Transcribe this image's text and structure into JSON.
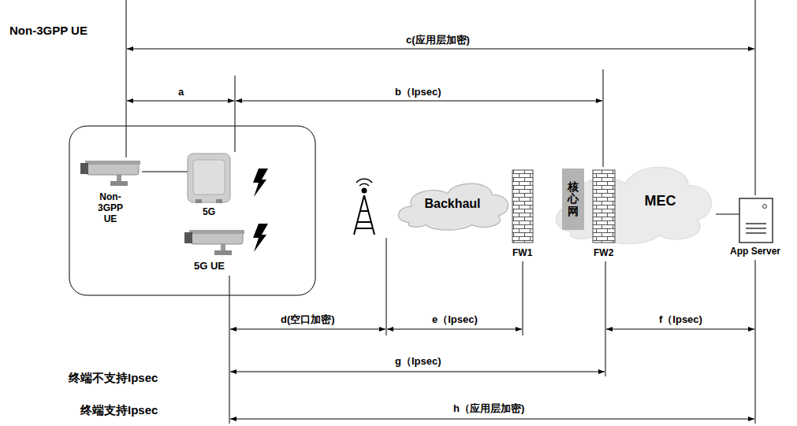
{
  "diagram": {
    "nodes": [
      {
        "text": [
          "Backhaul"
        ]
      },
      {
        "text": [
          "MEC"
        ]
      },
      {
        "text": [
          "核心网"
        ],
        "in": 1
      }
    ],
    "labels": [
      "Non-3GPP UE",
      "c(应用层加密)",
      "a",
      "b（Ipsec)",
      "Non- 3GPP UE",
      "5G",
      "5G UE",
      "FW1",
      "FW2",
      "App Server",
      "d(空口加密)",
      "e（Ipsec)",
      "f（Ipsec)",
      "终端不支持Ipsec",
      "g（Ipsec)",
      "终端支持Ipsec",
      "h（应用层加密)"
    ]
  }
}
